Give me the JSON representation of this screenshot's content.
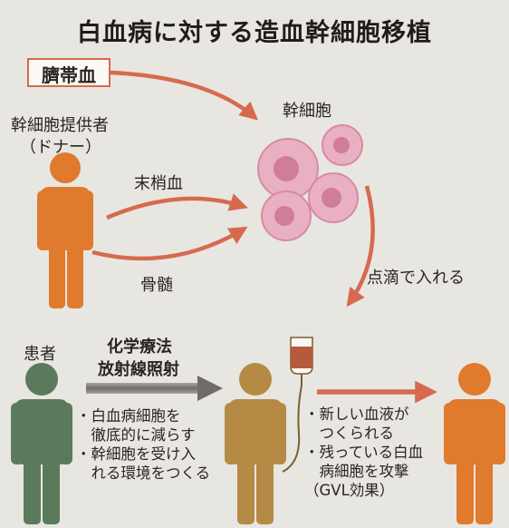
{
  "title": "白血病に対する造血幹細胞移植",
  "sources": {
    "cord_blood": "臍帯血",
    "donor_line1": "幹細胞提供者",
    "donor_line2": "（ドナー）",
    "peripheral_blood": "末梢血",
    "bone_marrow": "骨髄"
  },
  "stem_cells_label": "幹細胞",
  "drip_label": "点滴で入れる",
  "patient_label": "患者",
  "treatment": {
    "line1": "化学療法",
    "line2": "放射線照射"
  },
  "pre_transplant_notes": [
    "・白血病細胞を",
    "　徹底的に減らす",
    "・幹細胞を受け入",
    "　れる環境をつくる"
  ],
  "post_transplant_notes": [
    "・新しい血液が",
    "　つくられる",
    "・残っている白血",
    "　病細胞を攻撃",
    "（GVL効果）"
  ],
  "colors": {
    "donor": "#e07a2c",
    "patient": "#5b7a5c",
    "recipient_during": "#b58a45",
    "recipient_after": "#e07a2c",
    "arrow": "#d66a4f",
    "cell": "#e8b0c2",
    "cell_nucleus": "#cf7d98",
    "gray_arrow": "#8a8784"
  }
}
